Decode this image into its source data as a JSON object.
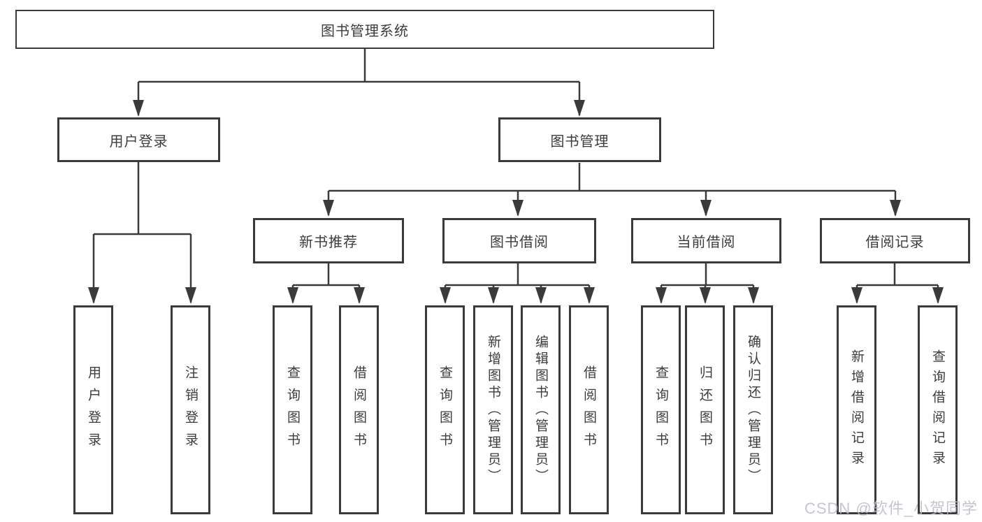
{
  "tree": {
    "label": "图书管理系统",
    "children": [
      {
        "label": "用户登录",
        "children": [
          {
            "label": "用户登录"
          },
          {
            "label": "注销登录"
          }
        ]
      },
      {
        "label": "图书管理",
        "children": [
          {
            "label": "新书推荐",
            "children": [
              {
                "label": "查询图书"
              },
              {
                "label": "借阅图书"
              }
            ]
          },
          {
            "label": "图书借阅",
            "children": [
              {
                "label": "查询图书"
              },
              {
                "label": "新增图书（管理员）"
              },
              {
                "label": "编辑图书（管理员）"
              },
              {
                "label": "借阅图书"
              }
            ]
          },
          {
            "label": "当前借阅",
            "children": [
              {
                "label": "查询图书"
              },
              {
                "label": "归还图书"
              },
              {
                "label": "确认归还（管理员）"
              }
            ]
          },
          {
            "label": "借阅记录",
            "children": [
              {
                "label": "新增借阅记录"
              },
              {
                "label": "查询借阅记录"
              }
            ]
          }
        ]
      }
    ]
  },
  "watermark": {
    "text": "CSDN @软件_小贺同学",
    "color": "#b9bdc4"
  },
  "colors": {
    "line": "#3a3a3a",
    "text": "#3c3c3c",
    "background": "#ffffff"
  }
}
